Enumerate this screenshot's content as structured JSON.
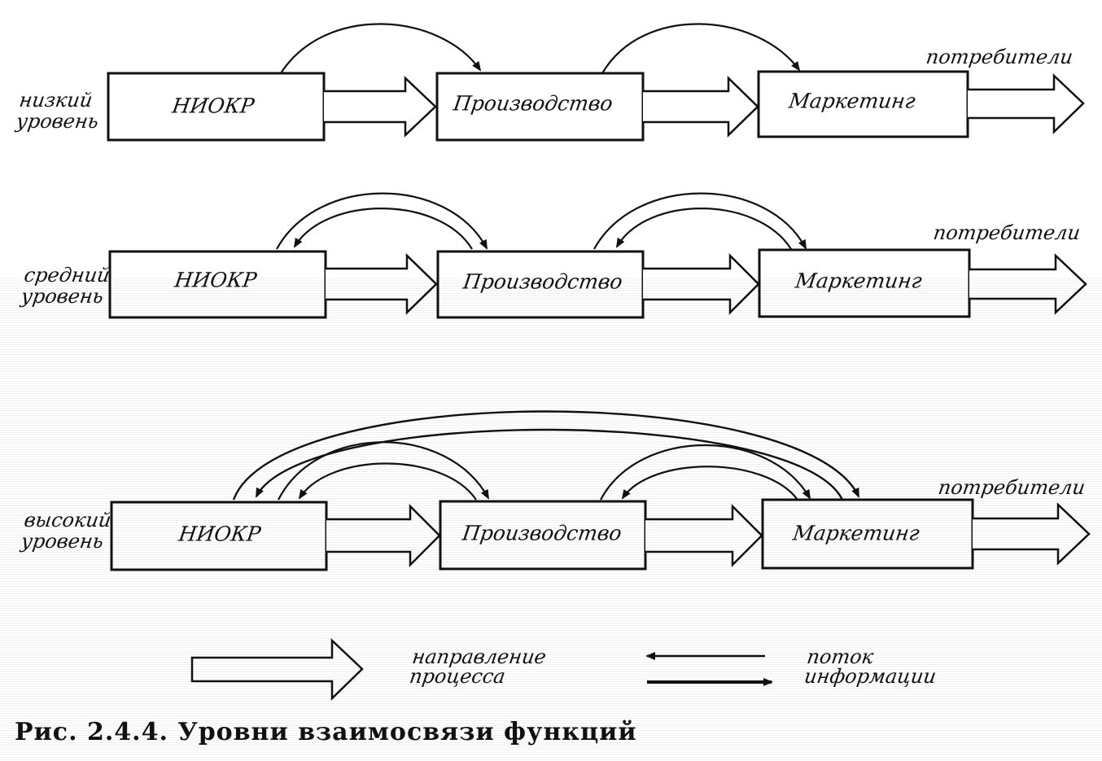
{
  "diagram": {
    "levels": [
      {
        "label_line1": "низкий",
        "label_line2": "уровень",
        "boxes": [
          "НИОКР",
          "Производство",
          "Маркетинг"
        ],
        "consumer": "потребители"
      },
      {
        "label_line1": "средний",
        "label_line2": "уровень",
        "boxes": [
          "НИОКР",
          "Производство",
          "Маркетинг"
        ],
        "consumer": "потребители"
      },
      {
        "label_line1": "высокий",
        "label_line2": "уровень",
        "boxes": [
          "НИОКР",
          "Производство",
          "Маркетинг"
        ],
        "consumer": "потребители"
      }
    ],
    "legend": {
      "process_line1": "направление",
      "process_line2": "процесса",
      "info_line1": "поток",
      "info_line2": "информации"
    },
    "caption": "Рис. 2.4.4. Уровни взаимосвязи функций",
    "colors": {
      "ink": "#111111",
      "paper": "#ffffff"
    }
  }
}
